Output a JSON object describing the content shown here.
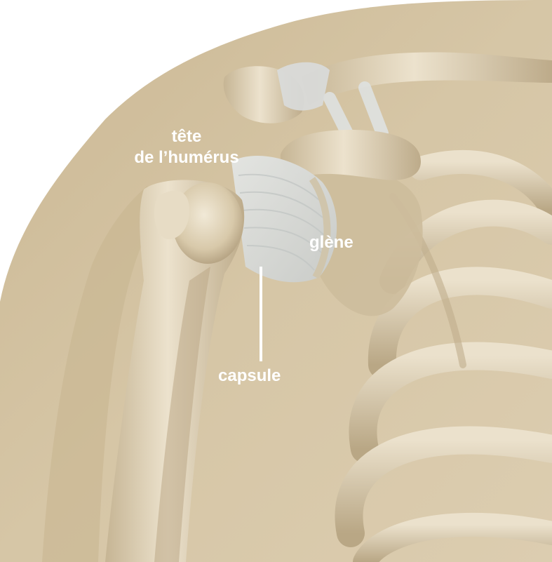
{
  "labels": {
    "humeral_head_line1": "tête",
    "humeral_head_line2": "de l’humérus",
    "glenoid": "glène",
    "capsule": "capsule"
  },
  "colors": {
    "background": "#ffffff",
    "skin": "#d4c3a2",
    "skin_shadow": "#c2ad88",
    "bone": "#e3d6bb",
    "bone_shadow": "#b2a184",
    "capsule": "#d9dcdb",
    "label": "#ffffff"
  }
}
